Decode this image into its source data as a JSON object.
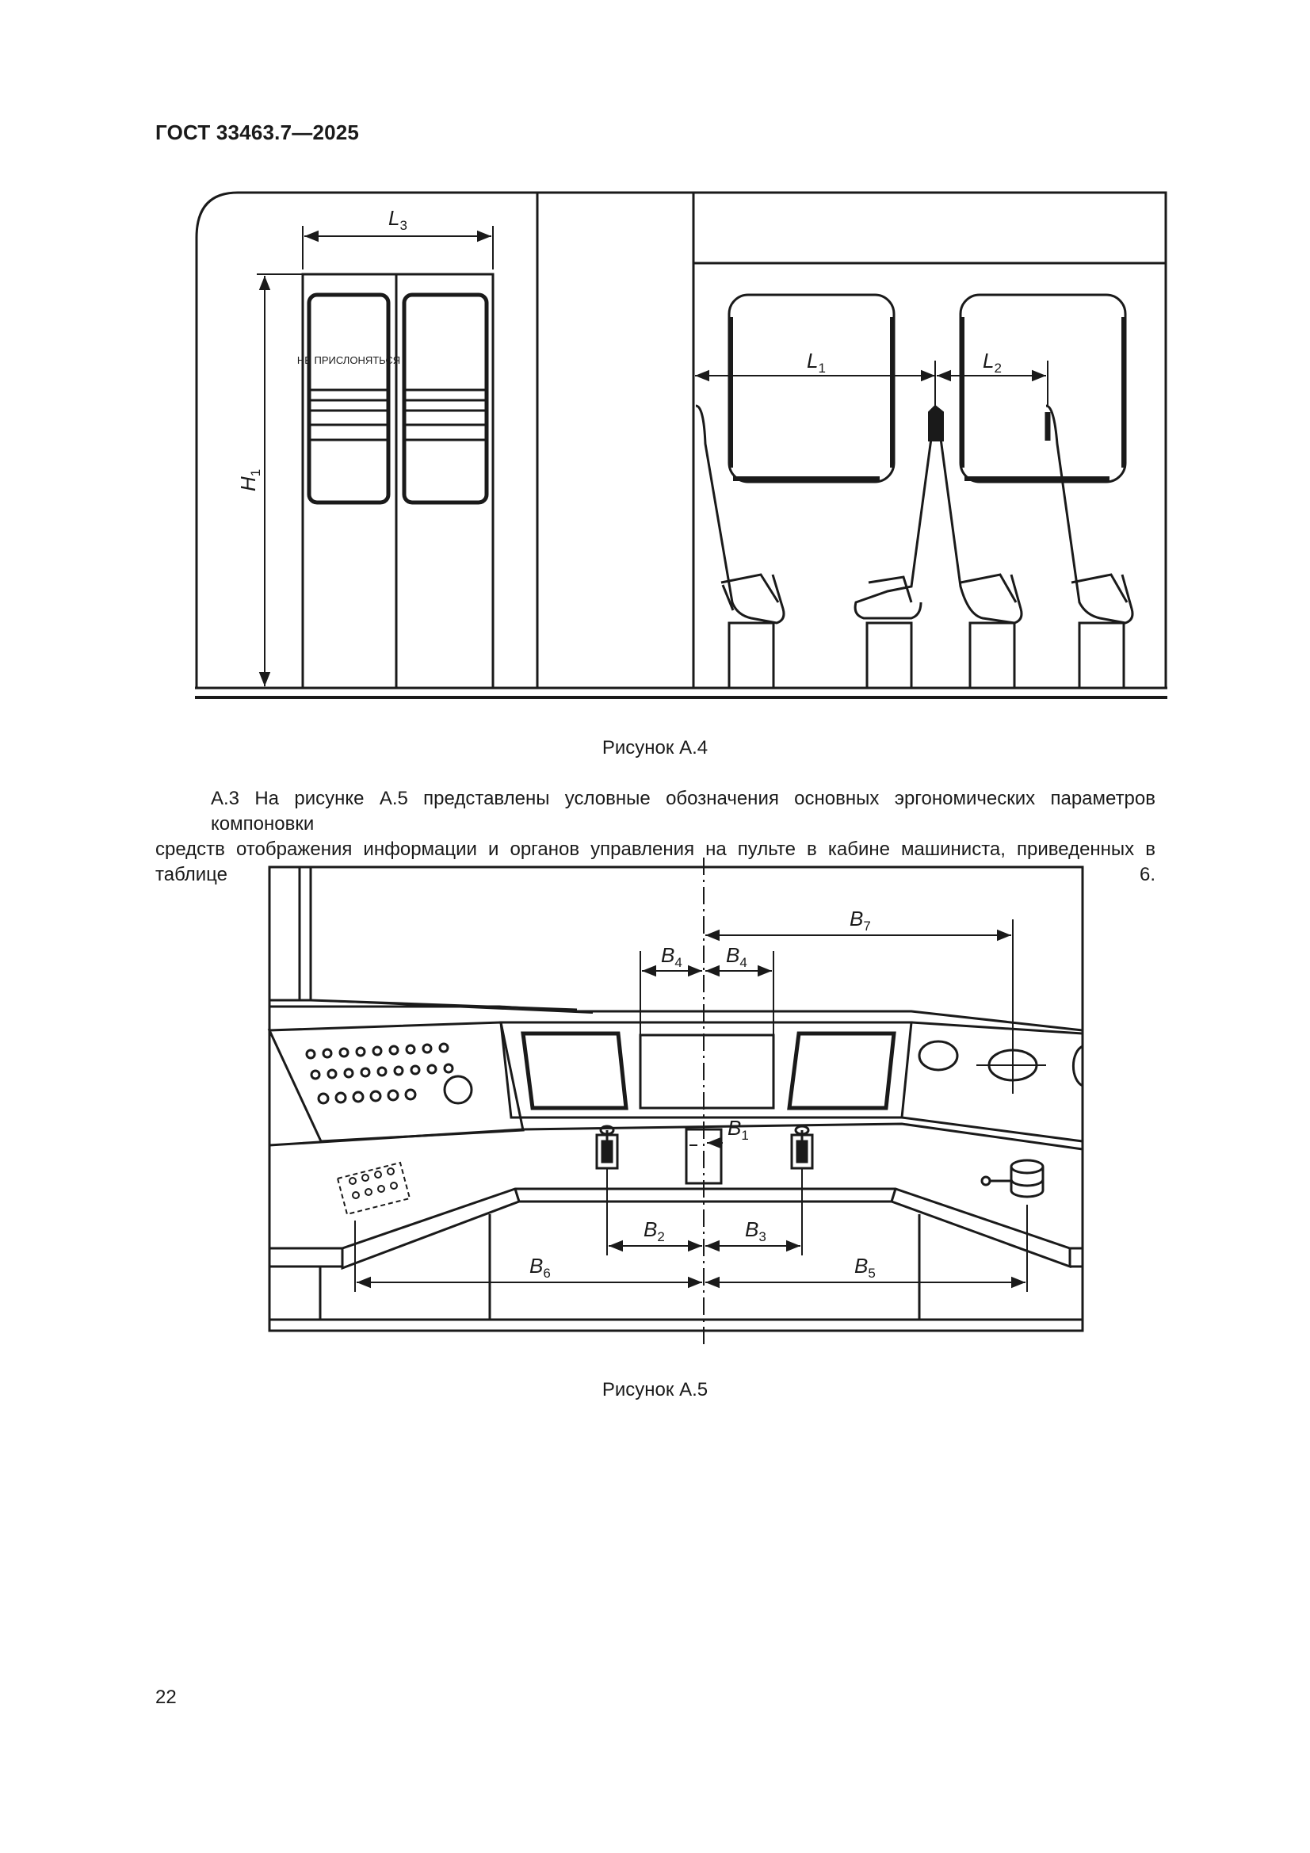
{
  "header": {
    "doc_id": "ГОСТ 33463.7—2025"
  },
  "figure_a4": {
    "caption": "Рисунок А.4",
    "door_sign": "НЕ ПРИСЛОНЯТЬСЯ",
    "labels": {
      "L3": "L",
      "L3_sub": "3",
      "H1": "H",
      "H1_sub": "1",
      "L1": "L",
      "L1_sub": "1",
      "L2": "L",
      "L2_sub": "2"
    }
  },
  "paragraph": {
    "line1": "А.3  На рисунке А.5 представлены условные обозначения основных эргономических параметров компоновки",
    "line2": "средств отображения информации и органов управления на пульте в кабине машиниста, приведенных в таблице 6."
  },
  "figure_a5": {
    "caption": "Рисунок А.5",
    "labels": {
      "B7": "B",
      "B7_sub": "7",
      "B4a": "B",
      "B4a_sub": "4",
      "B4b": "B",
      "B4b_sub": "4",
      "B1": "B",
      "B1_sub": "1",
      "B2": "B",
      "B2_sub": "2",
      "B3": "B",
      "B3_sub": "3",
      "B6": "B",
      "B6_sub": "6",
      "B5": "B",
      "B5_sub": "5"
    }
  },
  "footer": {
    "page_number": "22"
  }
}
